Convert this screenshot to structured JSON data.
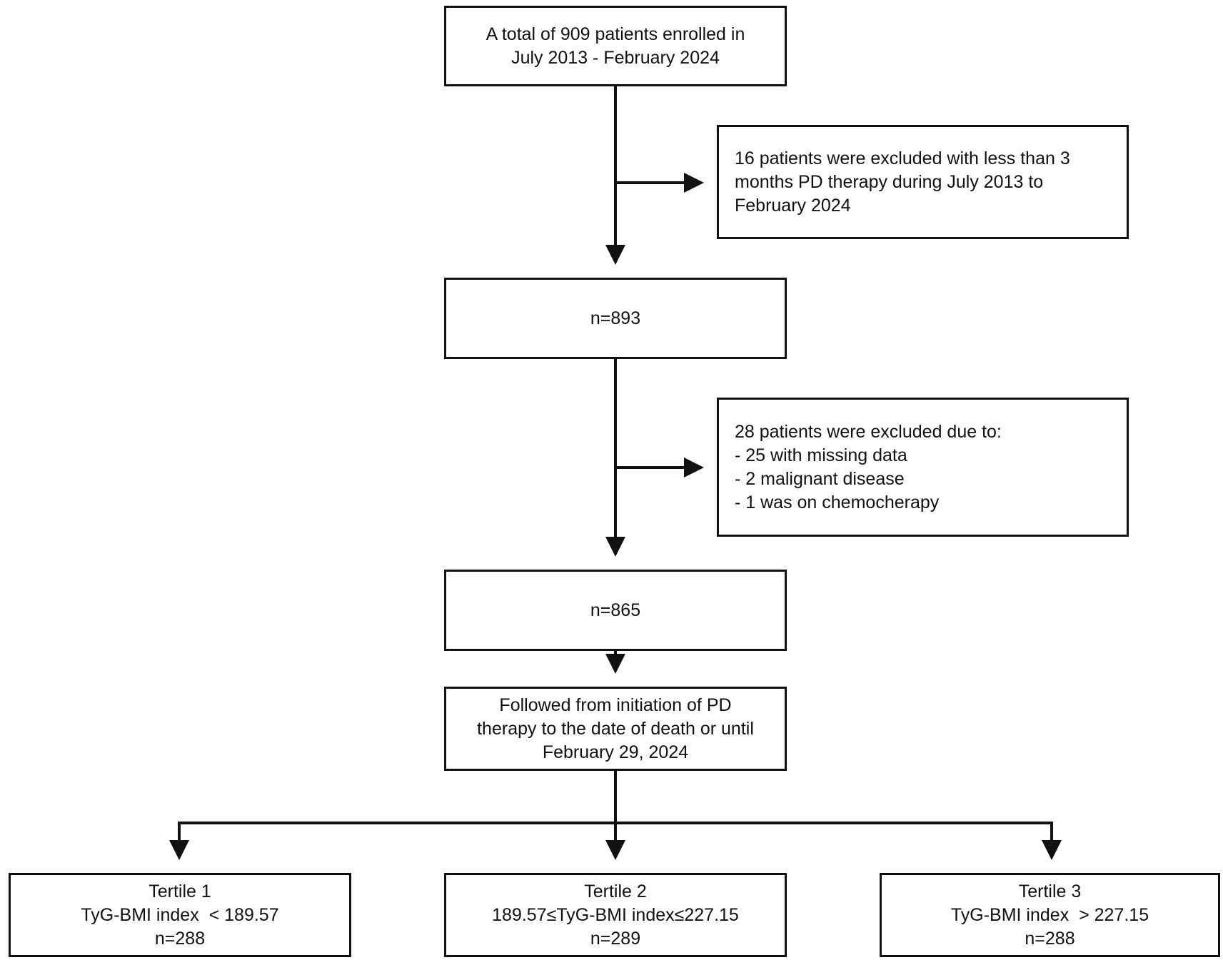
{
  "enrolled": {
    "lines": [
      "A total of 909 patients enrolled in",
      "July 2013 - February 2024"
    ]
  },
  "exclusion1": {
    "lines": [
      "16 patients were excluded with less than 3",
      "months PD therapy during July 2013 to",
      "February 2024"
    ]
  },
  "remaining1": {
    "lines": [
      "n=893"
    ]
  },
  "exclusion2": {
    "lines": [
      "28 patients were excluded due to:",
      "- 25 with missing data",
      "- 2 malignant disease",
      "- 1 was on chemocherapy"
    ]
  },
  "remaining2": {
    "lines": [
      "n=865"
    ]
  },
  "followup": {
    "lines": [
      "Followed from initiation of PD",
      "therapy to the date of death or until",
      "February 29, 2024"
    ]
  },
  "tertiles": [
    {
      "lines": [
        "Tertile 1",
        "TyG-BMI index  < 189.57",
        "n=288"
      ]
    },
    {
      "lines": [
        "Tertile 2",
        "189.57≤TyG-BMI index≤227.15",
        "n=289"
      ]
    },
    {
      "lines": [
        "Tertile 3",
        "TyG-BMI index  > 227.15",
        "n=288"
      ]
    }
  ]
}
